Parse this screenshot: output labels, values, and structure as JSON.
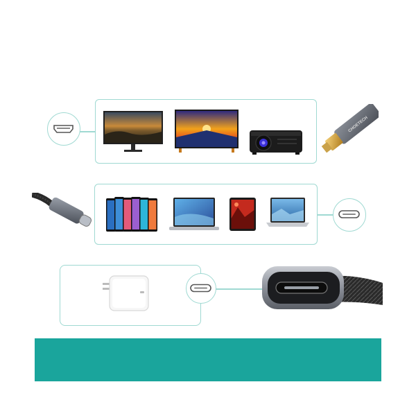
{
  "brand": {
    "cable_text": "CHOETECH"
  },
  "colors": {
    "accent": "#1aa59c",
    "panel_border": "#9fd9d2",
    "cable_gray": "#6b6f78"
  },
  "sections": [
    {
      "name": "hdmi-output",
      "port_icon": "hdmi-port-icon",
      "devices": [
        "monitor-icon",
        "tv-icon",
        "projector-icon"
      ],
      "plug": "hdmi-plug-icon"
    },
    {
      "name": "usb-c-input",
      "port_icon": "usb-c-port-icon",
      "devices": [
        "smartphones-icon",
        "macbook-icon",
        "tablet-icon",
        "laptop-icon"
      ],
      "plug": "usb-c-plug-icon"
    },
    {
      "name": "power-delivery",
      "port_icon": "usb-c-port-icon",
      "devices": [
        "power-adapter-icon"
      ],
      "plug": "usb-c-female-port-icon"
    }
  ]
}
